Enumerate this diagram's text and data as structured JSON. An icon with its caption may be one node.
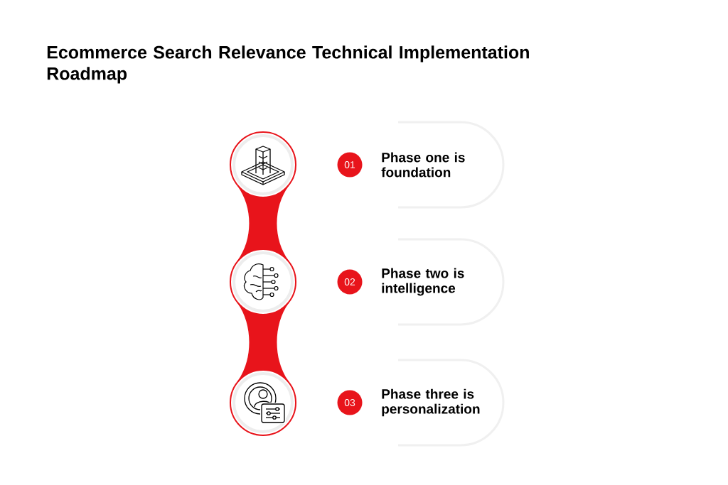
{
  "diagram": {
    "title": "Ecommerce Search Relevance Technical Implementation Roadmap",
    "nodes": [
      {
        "text": [
          "01",
          "Phase one is foundation"
        ]
      },
      {
        "text": [
          "02",
          "Phase two is intelligence"
        ]
      },
      {
        "text": [
          "03",
          "Phase three is personalization"
        ]
      }
    ]
  }
}
